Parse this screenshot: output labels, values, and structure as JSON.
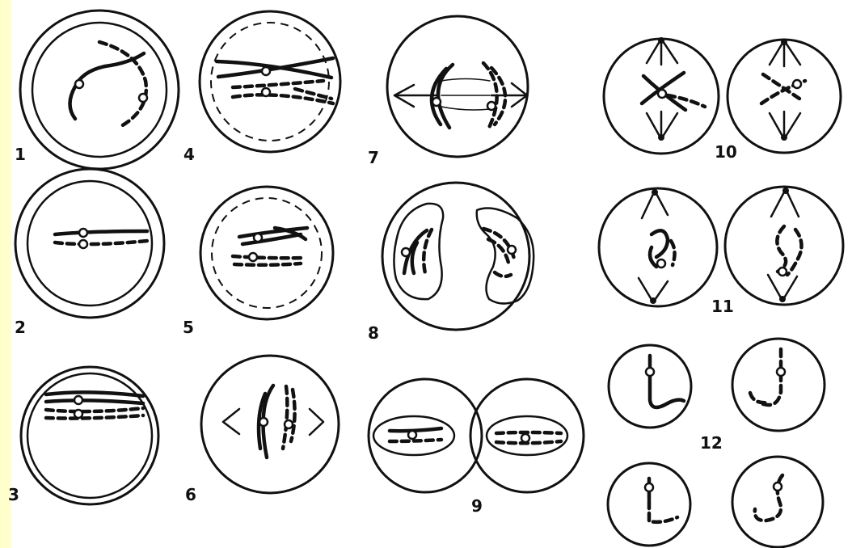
{
  "figure": {
    "labels": [
      "1",
      "2",
      "3",
      "4",
      "5",
      "6",
      "7",
      "8",
      "9",
      "10",
      "11",
      "12"
    ]
  },
  "colors": {
    "border": "#ffffcc",
    "background": "#ffffff",
    "ink": "#111111"
  }
}
